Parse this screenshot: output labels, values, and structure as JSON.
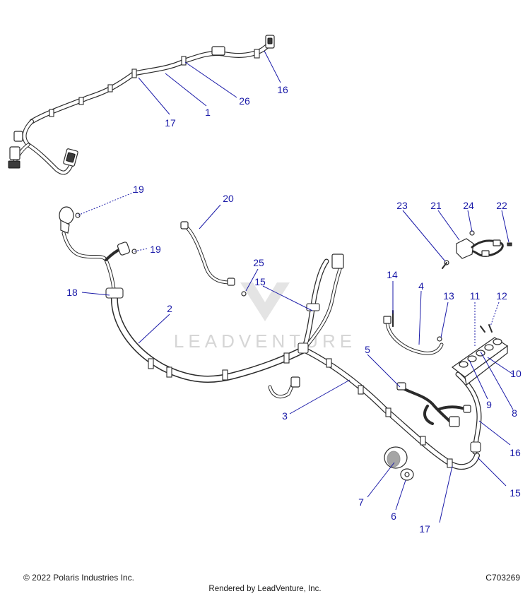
{
  "callouts": {
    "c1": "1",
    "c2": "2",
    "c3": "3",
    "c4": "4",
    "c5": "5",
    "c6": "6",
    "c7": "7",
    "c8": "8",
    "c9": "9",
    "c10": "10",
    "c11": "11",
    "c12": "12",
    "c13": "13",
    "c14": "14",
    "c15a": "15",
    "c15b": "15",
    "c16a": "16",
    "c16b": "16",
    "c17a": "17",
    "c17b": "17",
    "c18": "18",
    "c19a": "19",
    "c19b": "19",
    "c20": "20",
    "c21": "21",
    "c22": "22",
    "c23": "23",
    "c24": "24",
    "c25": "25",
    "c26": "26"
  },
  "watermark": "LEADVENTURE",
  "footer": {
    "copyright": "© 2022 Polaris Industries Inc.",
    "figure_id": "C703269",
    "rendered_by": "Rendered by LeadVenture, Inc."
  },
  "colors": {
    "callout": "#1a1aa8",
    "line": "#2b2b2b",
    "watermark": "#d6d6d6"
  }
}
